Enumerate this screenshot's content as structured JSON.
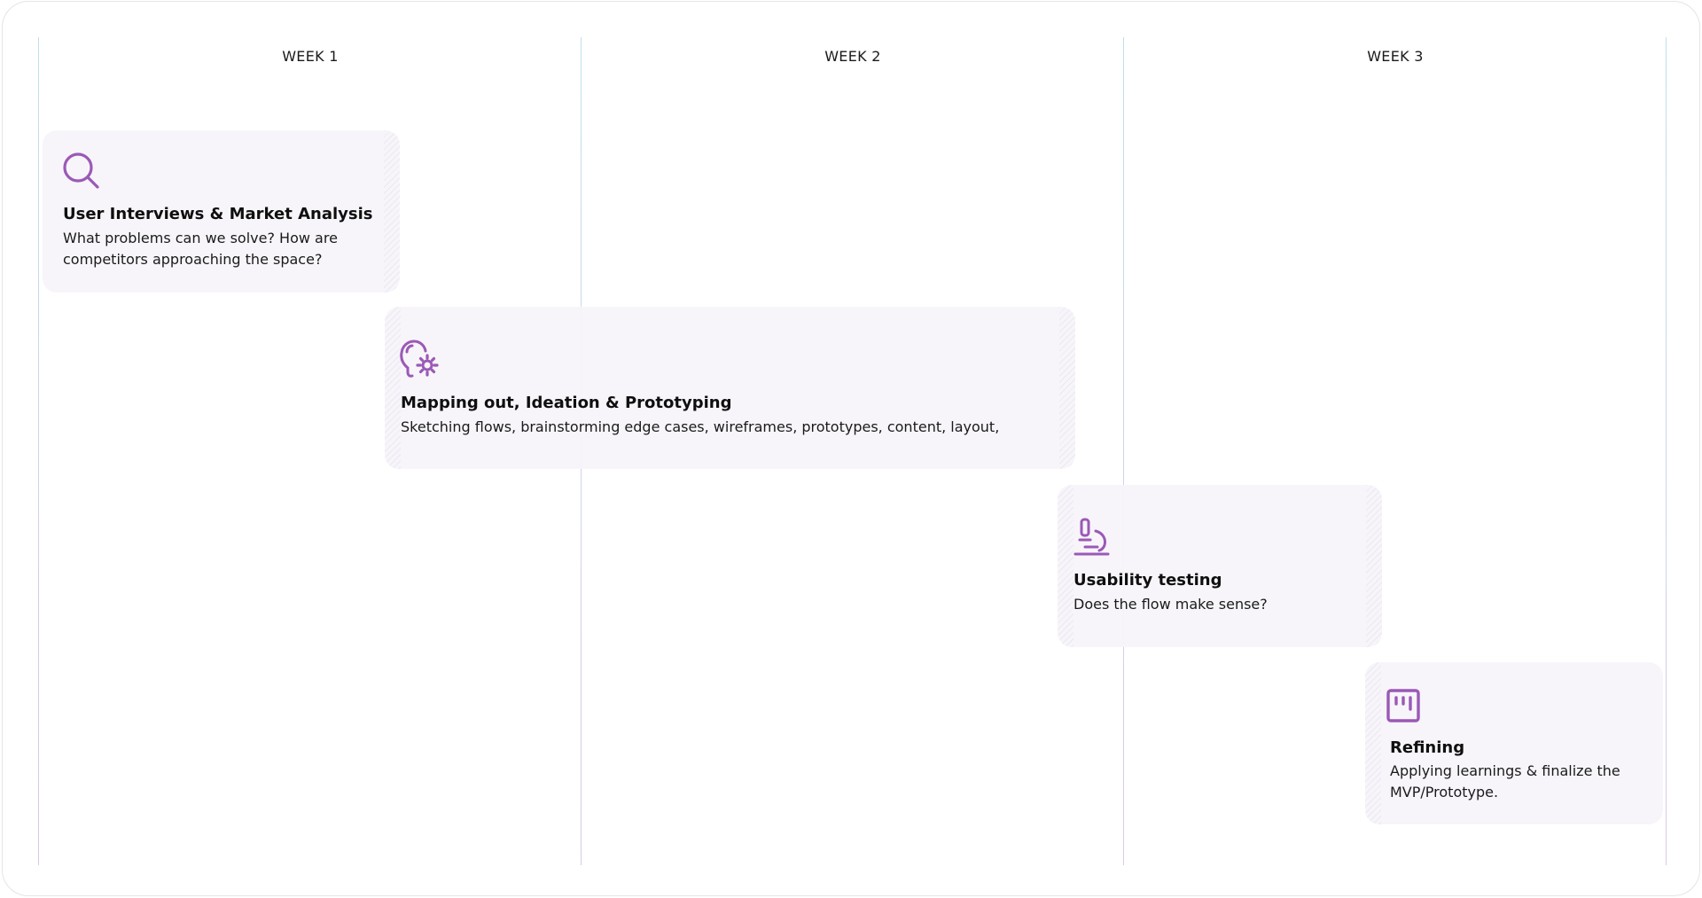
{
  "weeks": [
    {
      "label": "WEEK 1"
    },
    {
      "label": "WEEK 2"
    },
    {
      "label": "WEEK 3"
    }
  ],
  "phases": [
    {
      "icon": "search-icon",
      "title": "User Interviews & Market Analysis",
      "description": "What problems can we solve? How are competitors approaching the space?"
    },
    {
      "icon": "lightbulb-gear-icon",
      "title": "Mapping out, Ideation & Prototyping",
      "description": "Sketching flows, brainstorming edge cases, wireframes, prototypes, content, layout,"
    },
    {
      "icon": "microscope-icon",
      "title": "Usability testing",
      "description": "Does the flow make sense?"
    },
    {
      "icon": "kanban-board-icon",
      "title": "Refining",
      "description": "Applying learnings & finalize the MVP/Prototype."
    }
  ],
  "colors": {
    "accent": "#9b59b6",
    "card_background": "#f7f4fa",
    "grid_line": "#cfe4ee",
    "text": "#111111"
  }
}
